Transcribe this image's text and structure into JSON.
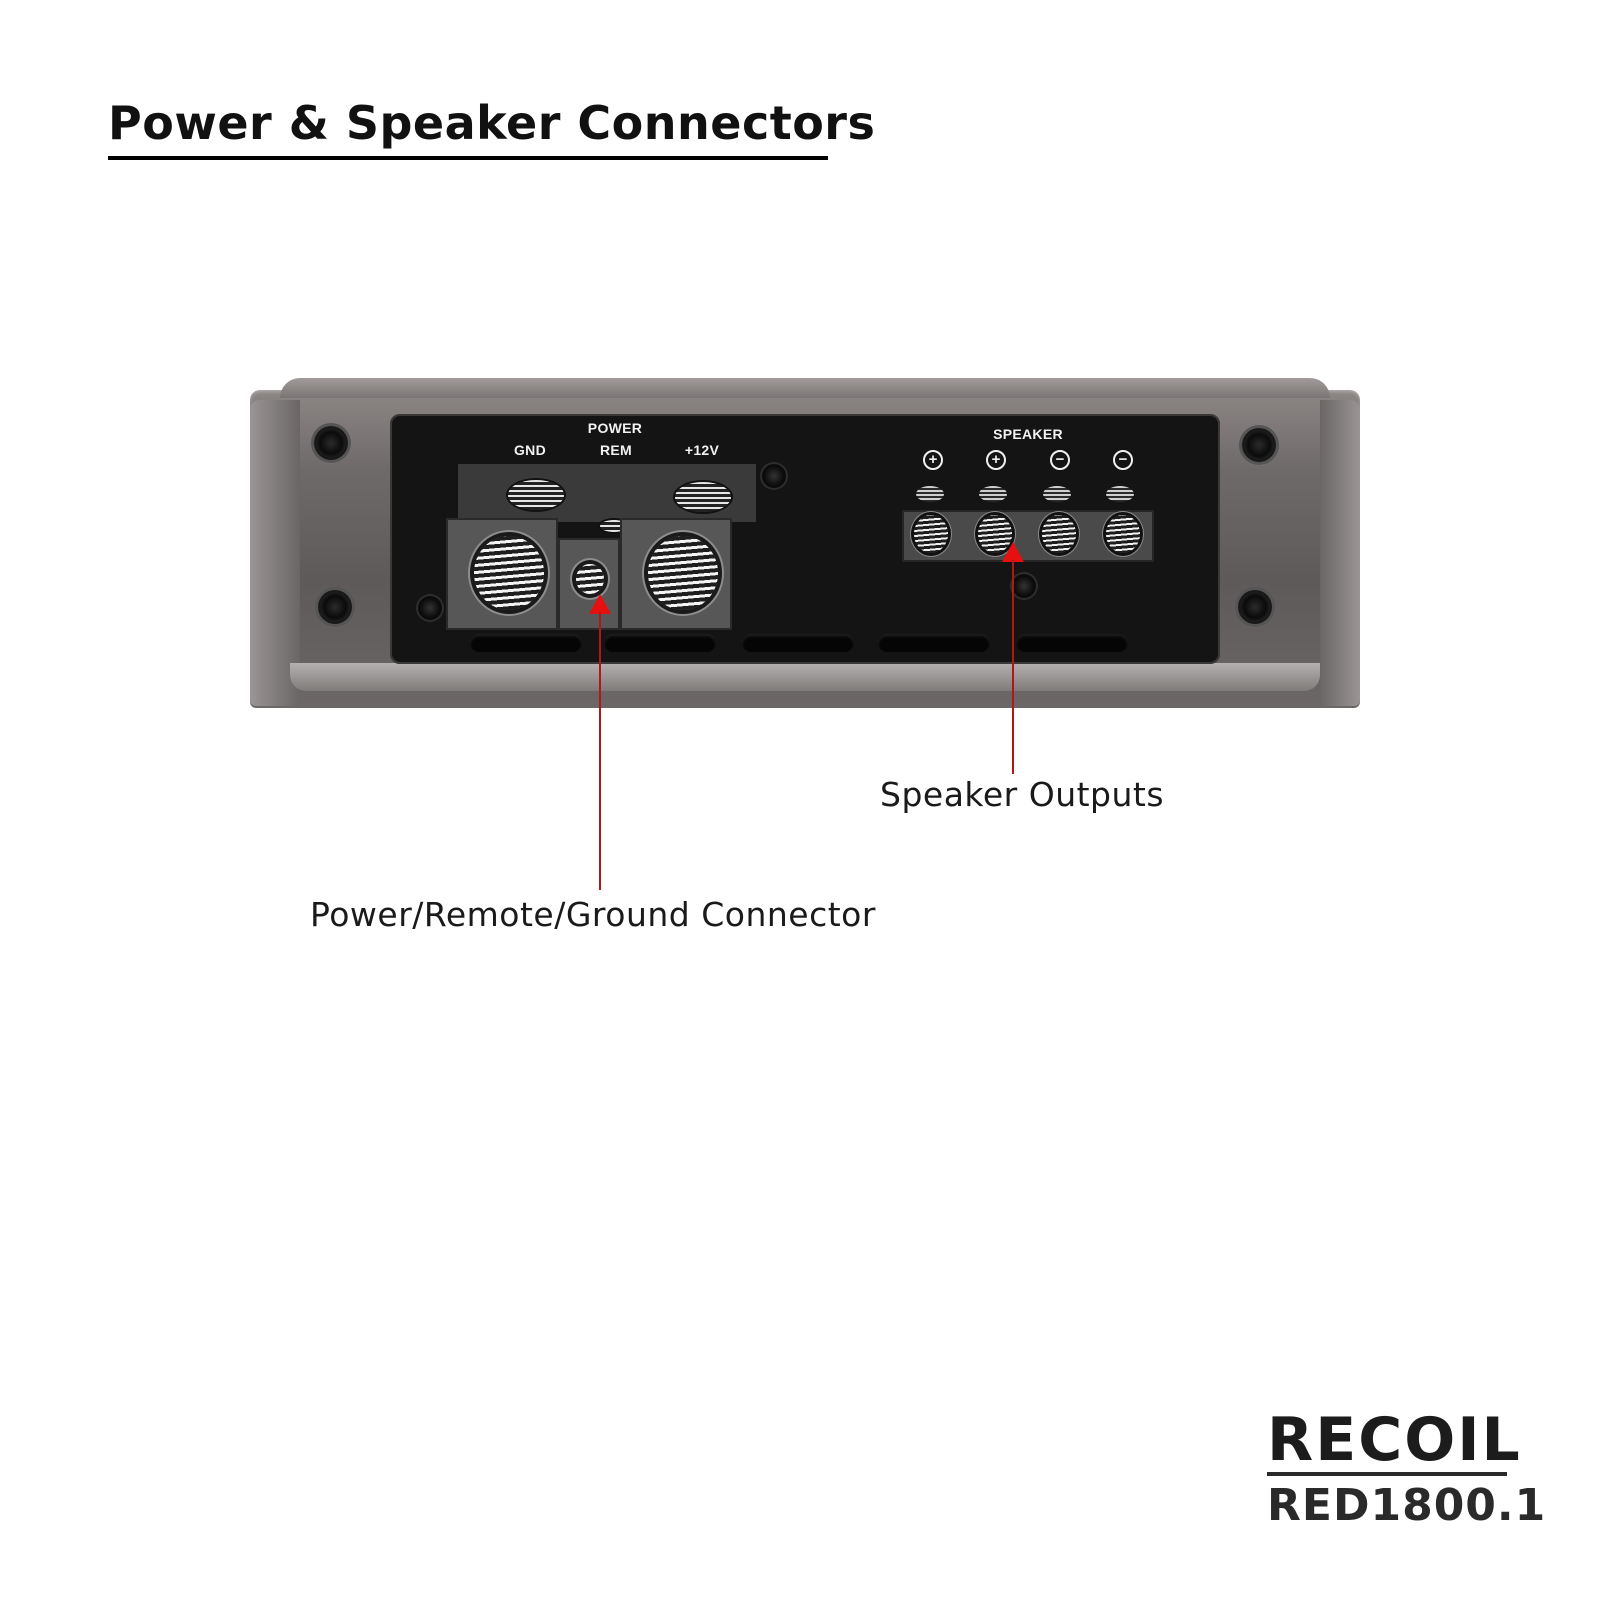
{
  "header": {
    "title": "Power & Speaker Connectors"
  },
  "amplifier": {
    "power_terminal": {
      "group_label": "POWER",
      "labels": [
        "GND",
        "REM",
        "+12V"
      ]
    },
    "speaker_terminal": {
      "group_label": "SPEAKER",
      "polarity_icons": [
        "plus-circle",
        "plus-circle",
        "minus-circle",
        "minus-circle"
      ],
      "polarity_glyphs": [
        "+",
        "+",
        "−",
        "−"
      ]
    },
    "vent_count": 5
  },
  "callouts": [
    {
      "id": "power",
      "label": "Power/Remote/Ground Connector",
      "color": "#e61010"
    },
    {
      "id": "speaker",
      "label": "Speaker Outputs",
      "color": "#e61010"
    }
  ],
  "brand": {
    "logo": "RECOIL",
    "model": "RED1800.1"
  },
  "colors": {
    "accent": "#e61010",
    "text": "#1a1a1a",
    "panel": "#141414",
    "chassis": "#6f6a6a"
  }
}
